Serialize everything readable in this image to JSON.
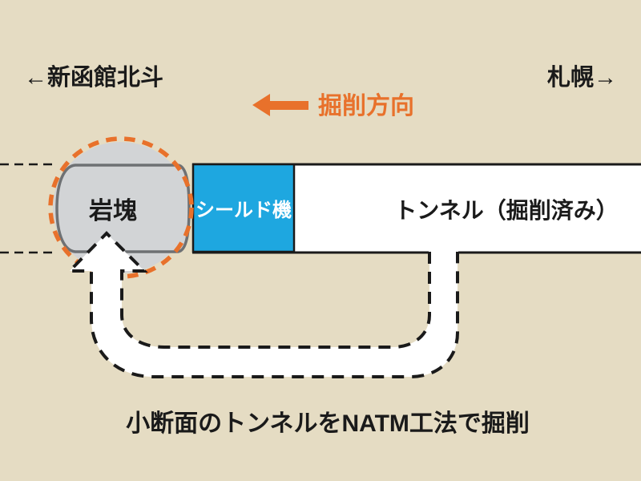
{
  "colors": {
    "background": "#e5dcc3",
    "accent_orange": "#e8712b",
    "shield_blue": "#1ea7e0",
    "rock_fill": "#d2d4d6",
    "rock_border": "#6e7174",
    "line_black": "#1a1a1a",
    "tunnel_white": "#ffffff"
  },
  "header": {
    "left_station": "←新函館北斗",
    "right_station": "札幌→"
  },
  "direction": {
    "label": "掘削方向"
  },
  "tunnel": {
    "rock_label": "岩塊",
    "shield_label": "シールド機",
    "excavated_label": "トンネル（掘削済み）"
  },
  "caption": {
    "text": "小断面のトンネルをNATM工法で掘削"
  }
}
